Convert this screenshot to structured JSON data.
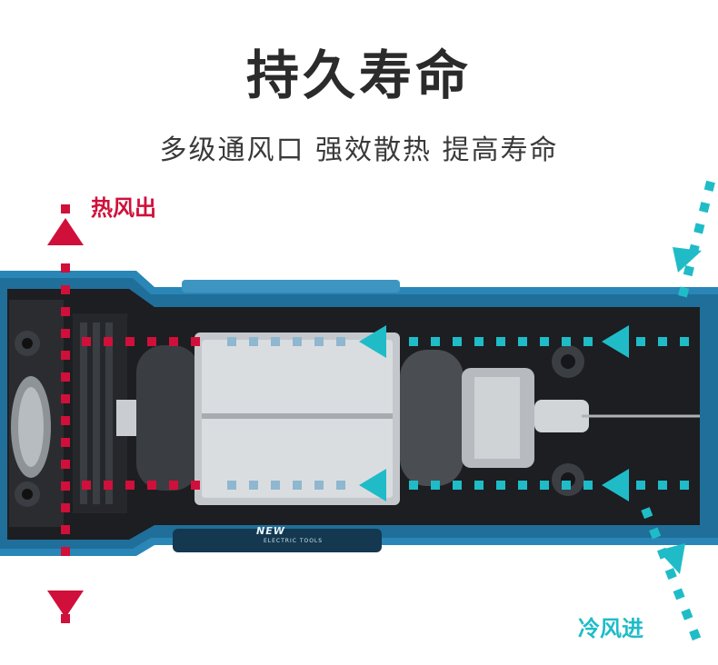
{
  "header": {
    "title": "持久寿命",
    "subtitle": "多级通风口  强效散热  提高寿命"
  },
  "airflow": {
    "hot_label": "热风出",
    "cold_label": "冷风进"
  },
  "tool": {
    "brand_text": "NEW",
    "brand_sub": "ELECTRIC TOOLS"
  },
  "colors": {
    "hot": "#d0103a",
    "cold": "#1fbcc8",
    "body_blue": "#2b86b4"
  }
}
